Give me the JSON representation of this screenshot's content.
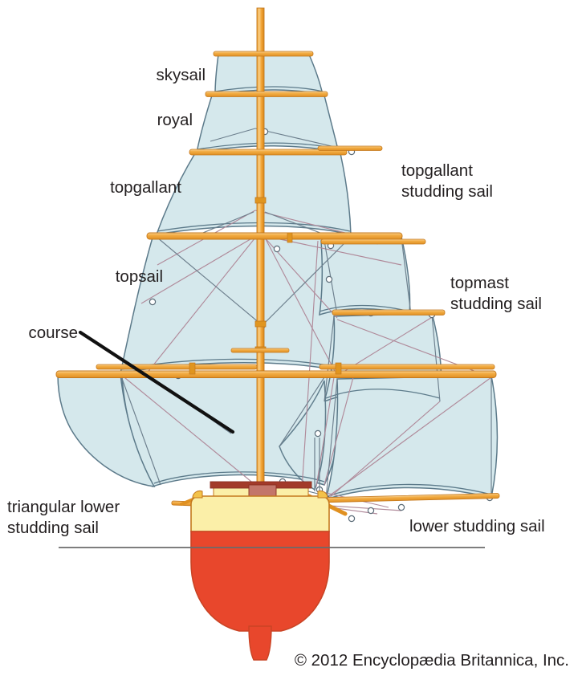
{
  "diagram": {
    "title": "Sailing ship square-rig sail plan",
    "subject": "square-rigged mast with studding sails"
  },
  "colors": {
    "sail_fill": "#d5e8ec",
    "sail_stroke": "#5c7a8a",
    "spar_fill": "#f0a83c",
    "spar_light": "#f7c97a",
    "spar_stroke": "#c4781d",
    "hull_upper": "#fbeFa8",
    "hull_lower": "#e8472c",
    "hull_stroke": "#c4781d",
    "roof": "#a33b2a",
    "rigging_mauve": "#b08a9a",
    "rigging_grey": "#6d7f8d",
    "leader_black": "#111111",
    "waterline": "#6b6b6b",
    "text": "#231f20",
    "background": "#ffffff"
  },
  "labels": {
    "skysail": "skysail",
    "royal": "royal",
    "topgallant": "topgallant",
    "topsail": "topsail",
    "course": "course",
    "topgallant_studding_1": "topgallant",
    "topgallant_studding_2": "studding sail",
    "topmast_studding_1": "topmast",
    "topmast_studding_2": "studding sail",
    "triangular_lower_1": "triangular lower",
    "triangular_lower_2": "studding sail",
    "lower_studding": "lower studding sail"
  },
  "credit": {
    "text": "© 2012 Encyclopædia Britannica, Inc."
  },
  "parts": {
    "mast": "mast",
    "hull": "hull",
    "keel": "keel",
    "deckhouse": "deckhouse",
    "waterline": "waterline"
  }
}
